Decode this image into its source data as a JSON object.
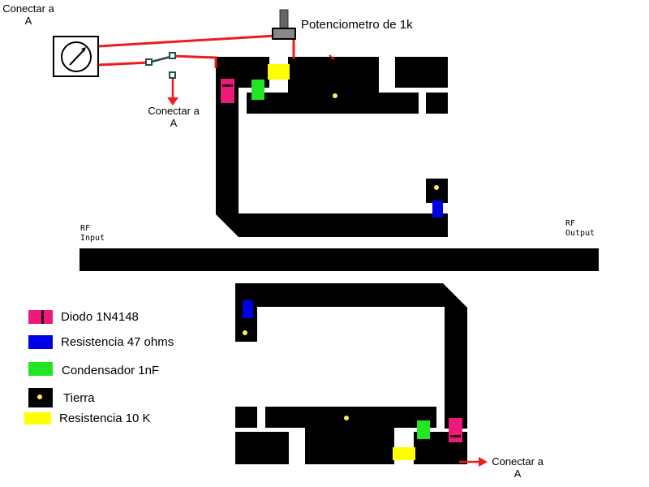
{
  "labels": {
    "connect_top_left_line1": "Conectar a",
    "connect_top_left_line2": "A",
    "connect_mid_line1": "Conectar a",
    "connect_mid_line2": "A",
    "connect_bottom_line1": "Conectar a",
    "connect_bottom_line2": "A",
    "potentiometer": "Potenciometro de 1k",
    "rf_input_line1": "RF",
    "rf_input_line2": "Input",
    "rf_output_line1": "RF",
    "rf_output_line2": "Output"
  },
  "legend": [
    {
      "label": "Diodo 1N4148",
      "color": "#ed1a7a",
      "kind": "diode-swatch"
    },
    {
      "label": "Resistencia 47 ohms",
      "color": "#0000e6",
      "kind": "resistor-47-swatch"
    },
    {
      "label": "Condensador 1nF",
      "color": "#22e622",
      "kind": "capacitor-swatch"
    },
    {
      "label": "Tierra",
      "color": "#000000",
      "kind": "ground-swatch"
    },
    {
      "label": "Resistencia 10 K",
      "color": "#ffff00",
      "kind": "resistor-10k-swatch"
    }
  ],
  "colors": {
    "trace": "#000000",
    "wire": "#ee1c1c",
    "diode": "#ed1a7a",
    "resistor_47": "#0000e6",
    "capacitor": "#22e622",
    "resistor_10k": "#ffff00",
    "ground_via": "#ffee55",
    "switch": "#1d5050",
    "pot": "#555555"
  }
}
